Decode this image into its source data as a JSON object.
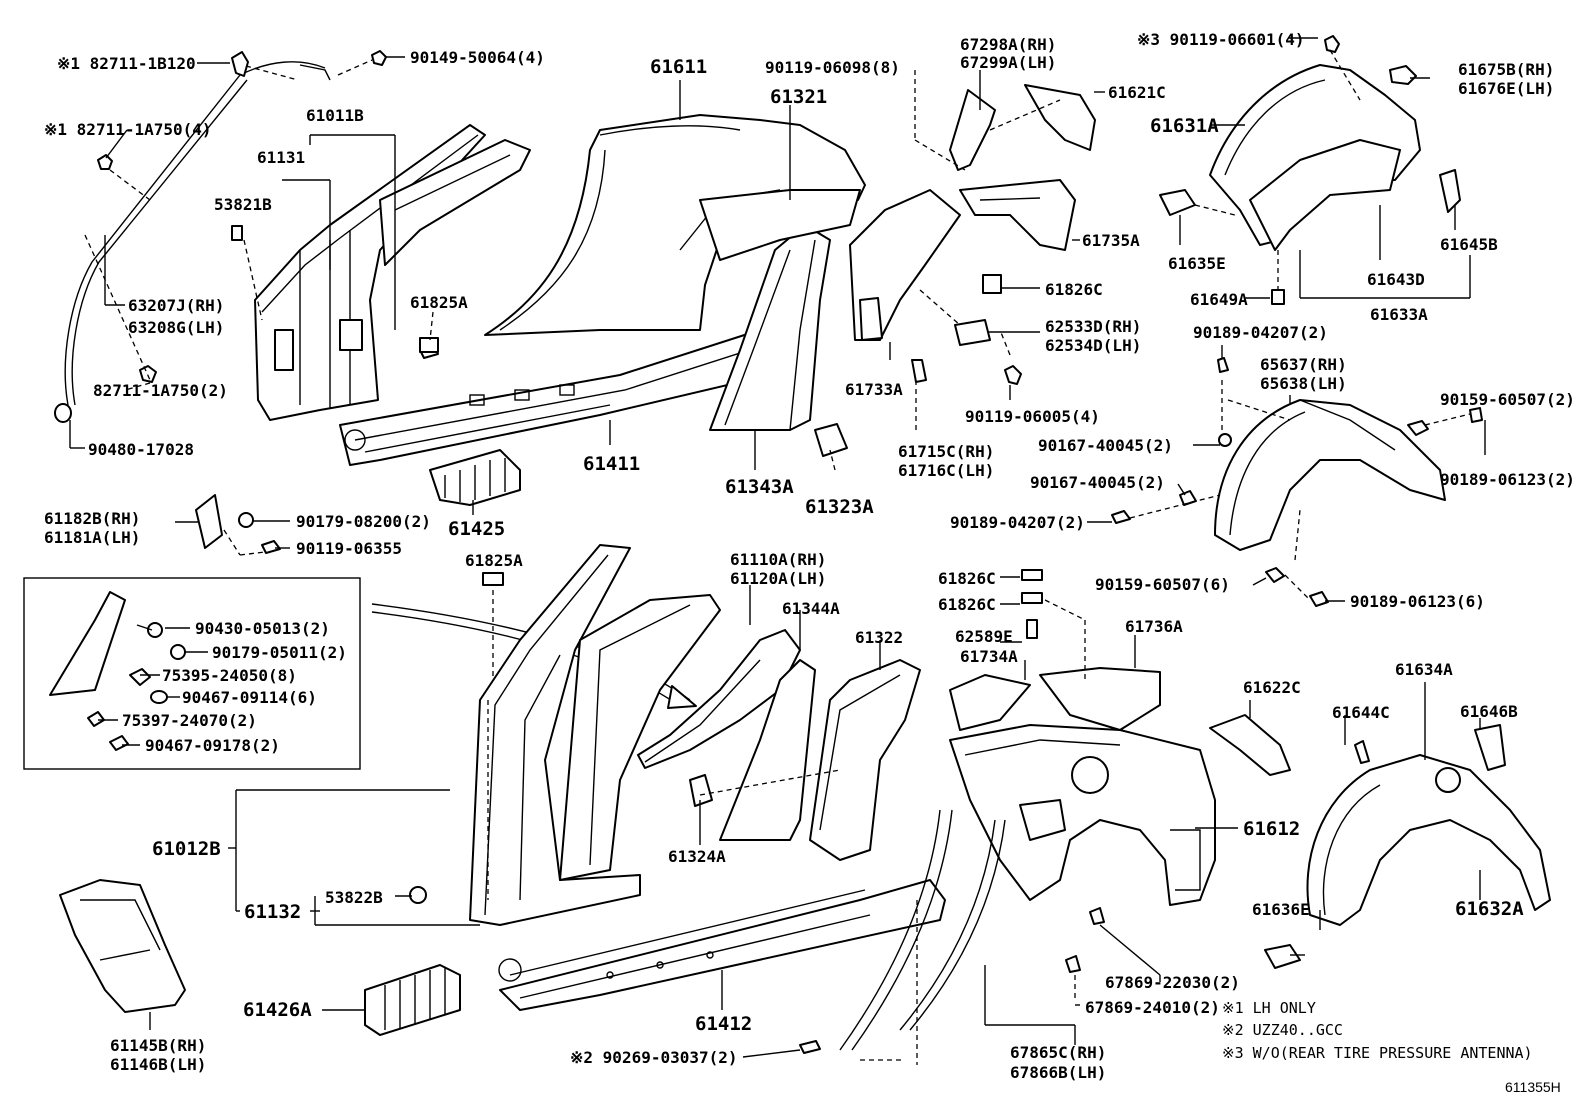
{
  "labels": {
    "p182711_1b120": "※1 82711-1B120",
    "p90149_50064": "90149-50064(4)",
    "p182711_1a750": "※1 82711-1A750(4)",
    "p61011b": "61011B",
    "p61131": "61131",
    "p53821b": "53821B",
    "p63207j": "63207J(RH)",
    "p63208g": "63208G(LH)",
    "p82711_1a750": "82711-1A750(2)",
    "p90480_17028": "90480-17028",
    "p61825a_1": "61825A",
    "p61611": "61611",
    "p90119_06098": "90119-06098(8)",
    "p61321": "61321",
    "p61411": "61411",
    "p61425": "61425",
    "p61343a": "61343A",
    "p61323a": "61323A",
    "p61182b": "61182B(RH)",
    "p61181a": "61181A(LH)",
    "p90179_08200": "90179-08200(2)",
    "p90119_06355": "90119-06355",
    "p67298a": "67298A(RH)",
    "p67299a": "67299A(LH)",
    "p61621c": "61621C",
    "p61735a": "61735A",
    "p61826c_1": "61826C",
    "p62533d": "62533D(RH)",
    "p62534d": "62534D(LH)",
    "p61733a": "61733A",
    "p90119_06005": "90119-06005(4)",
    "p61715c": "61715C(RH)",
    "p61716c": "61716C(LH)",
    "p390119_06601": "※3 90119-06601(4)",
    "p61675b": "61675B(RH)",
    "p61676e": "61676E(LH)",
    "p61631a": "61631A",
    "p61635e": "61635E",
    "p61645b": "61645B",
    "p61643d": "61643D",
    "p61649a": "61649A",
    "p61633a": "61633A",
    "p90189_04207_1": "90189-04207(2)",
    "p65637": "65637(RH)",
    "p65638": "65638(LH)",
    "p90159_60507_1": "90159-60507(2)",
    "p90167_40045_1": "90167-40045(2)",
    "p90189_06123_1": "90189-06123(2)",
    "p90167_40045_2": "90167-40045(2)",
    "p90189_04207_2": "90189-04207(2)",
    "p90159_60507_2": "90159-60507(6)",
    "p90189_06123_2": "90189-06123(6)",
    "p90430_05013": "90430-05013(2)",
    "p90179_05011": "90179-05011(2)",
    "p75395_24050": "75395-24050(8)",
    "p90467_09114": "90467-09114(6)",
    "p75397_24070": "75397-24070(2)",
    "p90467_09178": "90467-09178(2)",
    "p61825a_2": "61825A",
    "p61110a": "61110A(RH)",
    "p61120a": "61120A(LH)",
    "p61344a": "61344A",
    "p61322": "61322",
    "p61826c_2": "61826C",
    "p61826c_3": "61826C",
    "p62589e": "62589E",
    "p61734a": "61734A",
    "p61736a": "61736A",
    "p61012b": "61012B",
    "p61132": "61132",
    "p53822b": "53822B",
    "p61324a": "61324A",
    "p61612": "61612",
    "p61622c": "61622C",
    "p61634a": "61634A",
    "p61644c": "61644C",
    "p61646b": "61646B",
    "p61636e": "61636E",
    "p61632a": "61632A",
    "p61426a": "61426A",
    "p61412": "61412",
    "p61145b": "61145B(RH)",
    "p61146b": "61146B(LH)",
    "p67869_22030": "67869-22030(2)",
    "p67869_24010": "67869-24010(2)",
    "p67865c": "67865C(RH)",
    "p67866b": "67866B(LH)",
    "p290269_03037": "※2 90269-03037(2)"
  },
  "notes": {
    "note1": "※1 LH ONLY",
    "note2": "※2 UZZ40..GCC",
    "note3": "※3 W/O(REAR TIRE PRESSURE ANTENNA)"
  },
  "figure_id": "611355H"
}
